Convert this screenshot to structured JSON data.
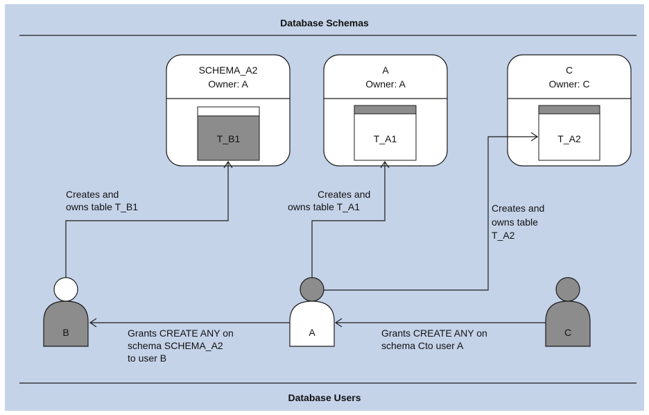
{
  "header": {
    "title": "Database Schemas"
  },
  "footer": {
    "title": "Database Users"
  },
  "schemas": [
    {
      "name": "SCHEMA_A2",
      "owner": "Owner: A",
      "table": "T_B1"
    },
    {
      "name": "A",
      "owner": "Owner: A",
      "table": "T_A1"
    },
    {
      "name": "C",
      "owner": "Owner: C",
      "table": "T_A2"
    }
  ],
  "users": [
    {
      "name": "B"
    },
    {
      "name": "A"
    },
    {
      "name": "C"
    }
  ],
  "labels": {
    "b_creates": [
      "Creates and",
      "owns table T_B1"
    ],
    "a_creates_a1": [
      "Creates and",
      "owns table T_A1"
    ],
    "a_creates_a2": [
      "Creates and",
      "owns table",
      "T_A2"
    ],
    "a_grants_b": [
      "Grants CREATE ANY on",
      "schema SCHEMA_A2",
      "to user B"
    ],
    "c_grants_a": [
      "Grants CREATE ANY on",
      "schema Cto user A"
    ]
  },
  "colors": {
    "background": "#c5d3e9",
    "gray": "#8c8c8c",
    "white": "#ffffff",
    "line": "#1a1a1a"
  }
}
